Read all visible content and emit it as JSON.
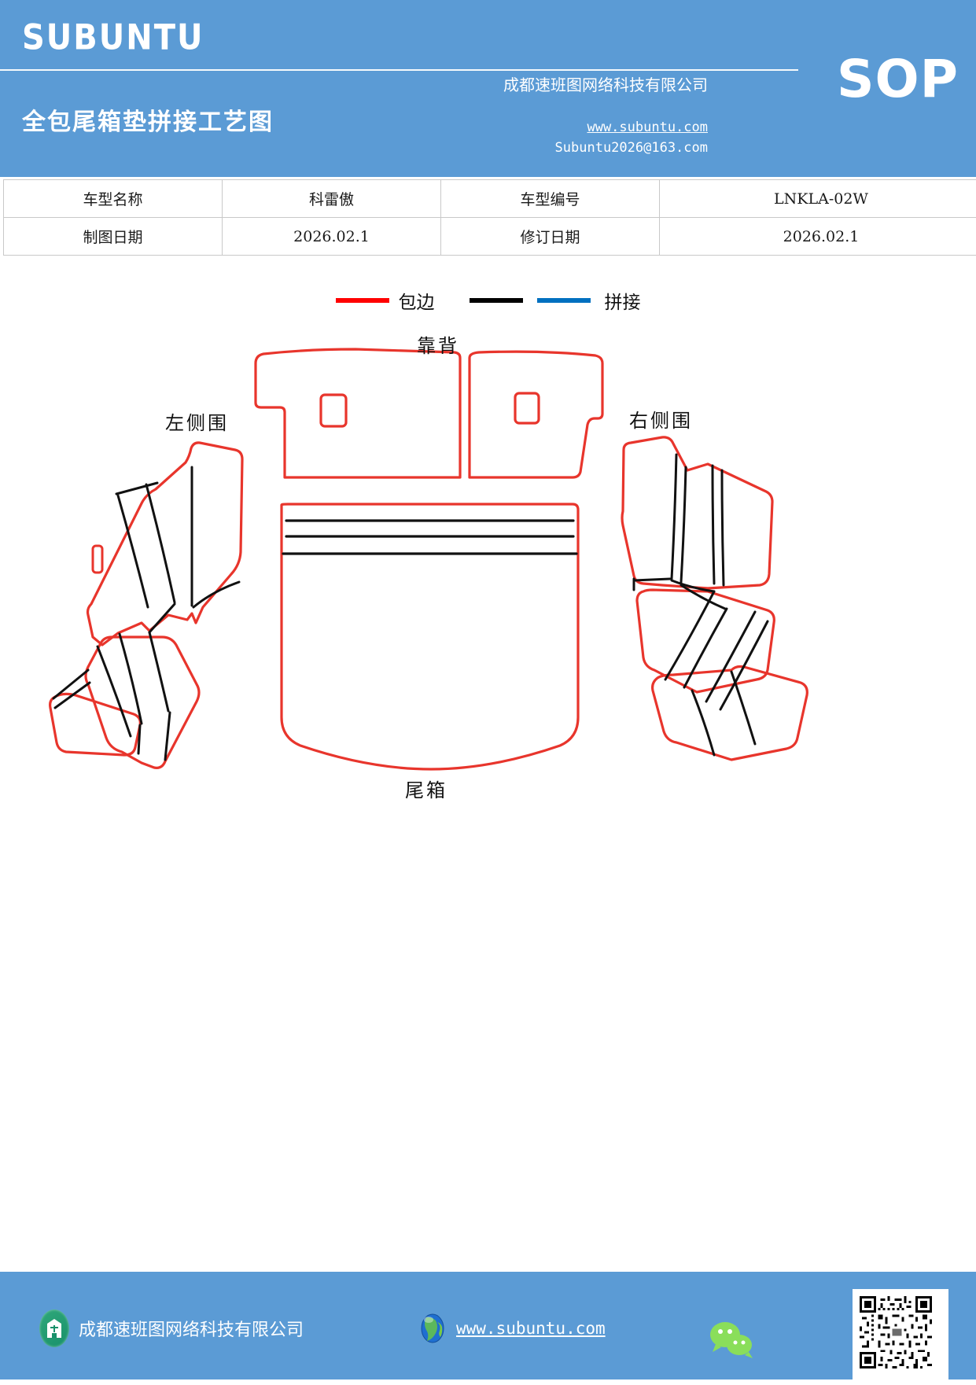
{
  "header": {
    "brand": "SUBUNTU",
    "doc_title": "全包尾箱垫拼接工艺图",
    "company": "成都速班图网络科技有限公司",
    "website": "www.subuntu.com",
    "email": "Subuntu2026@163.com",
    "badge": "SOP",
    "bg_color": "#5b9bd5"
  },
  "info_table": {
    "rows": [
      {
        "label1": "车型名称",
        "value1": "科雷傲",
        "label2": "车型编号",
        "value2": "LNKLA-02W"
      },
      {
        "label1": "制图日期",
        "value1": "2026.02.1",
        "label2": "修订日期",
        "value2": "2026.02.1"
      }
    ]
  },
  "legend": {
    "items": [
      {
        "label": "包边",
        "color": "#ff0000",
        "icon": "line-swatch-red"
      },
      {
        "label": "拼接",
        "color": "#000000",
        "icon": "line-swatch-black"
      },
      {
        "label": "",
        "color": "#0070c0",
        "icon": "line-swatch-blue"
      }
    ],
    "binding_label": "包边",
    "splice_label": "拼接",
    "binding_color": "#ff0000",
    "splice_black": "#000000",
    "splice_blue": "#0070c0"
  },
  "diagram": {
    "labels": {
      "backrest": "靠背",
      "left_side": "左侧围",
      "right_side": "右侧围",
      "trunk": "尾箱"
    }
  },
  "footer": {
    "company": "成都速班图网络科技有限公司",
    "website": "www.subuntu.com",
    "company_icon": "building-icon",
    "globe_icon": "globe-icon",
    "wechat_icon": "wechat-icon",
    "qr_icon": "qr-code"
  }
}
